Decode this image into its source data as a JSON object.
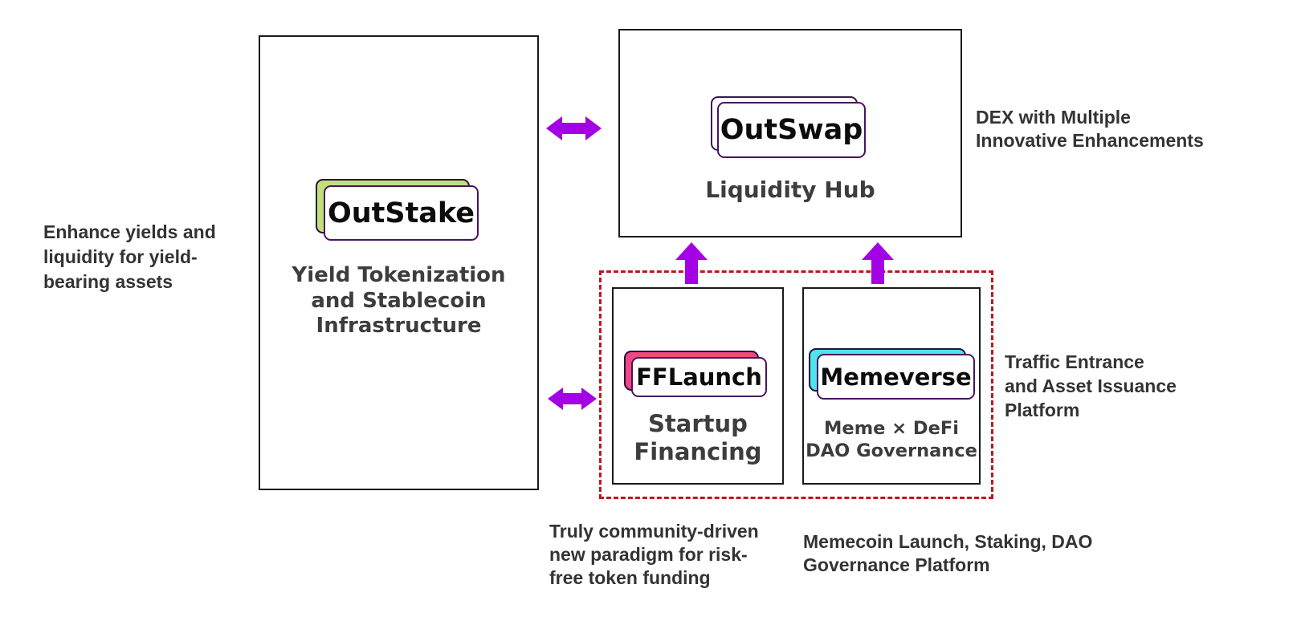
{
  "colors": {
    "arrow": "#a400e6",
    "dashed_group": "#c0161c",
    "outstake_accent": "#c1e07a",
    "outswap_accent": "#ffffff",
    "fflaunch_accent": "#f0487f",
    "memeverse_accent": "#4fe3ec"
  },
  "left_note": "Enhance yields and\nliquidity for yield-\nbearing assets",
  "outstake": {
    "logo": "OutStake",
    "subtitle": "Yield Tokenization\nand Stablecoin\nInfrastructure"
  },
  "outswap": {
    "logo": "OutSwap",
    "subtitle": "Liquidity Hub",
    "note": "DEX with Multiple\nInnovative Enhancements"
  },
  "fflaunch": {
    "logo": "FFLaunch",
    "subtitle": "Startup\nFinancing",
    "note": "Truly community-driven\nnew paradigm for risk-\nfree token funding"
  },
  "memeverse": {
    "logo": "Memeverse",
    "subtitle": "Meme × DeFi\nDAO Governance",
    "note": "Memecoin Launch, Staking, DAO\nGovernance Platform"
  },
  "group_note": "Traffic Entrance\nand Asset Issuance\nPlatform",
  "arrow_icons": [
    "double-arrow-icon",
    "up-arrow-icon"
  ]
}
